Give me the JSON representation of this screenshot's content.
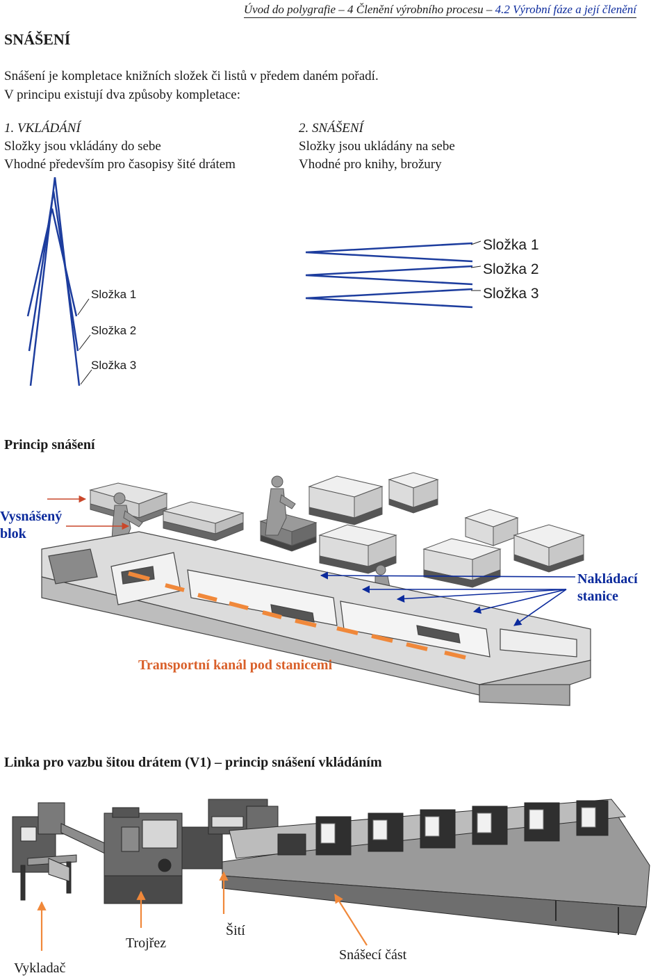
{
  "header": {
    "text_a": "Úvod do polygrafie – 4 Členění výrobního procesu – ",
    "text_b": "4.2 Výrobní fáze a její členění"
  },
  "section_title": "SNÁŠENÍ",
  "intro": {
    "line1": "Snášení je kompletace knižních složek či listů v předem daném pořadí.",
    "line2": "V principu existují dva způsoby kompletace:"
  },
  "method1": {
    "title": "1. VKLÁDÁNÍ",
    "line1": "Složky jsou vkládány do sebe",
    "line2": "Vhodné především pro časopisy šité drátem"
  },
  "method2": {
    "title": "2. SNÁŠENÍ",
    "line1": "Složky jsou ukládány na sebe",
    "line2": "Vhodné pro knihy, brožury"
  },
  "diagram_insert": {
    "labels": [
      "Složka 1",
      "Složka 2",
      "Složka 3"
    ]
  },
  "diagram_gather": {
    "labels": [
      "Složka 1",
      "Složka 2",
      "Složka 3"
    ]
  },
  "caption_principle": "Princip snášení",
  "gathering_line": {
    "label_block_1": "Vysnášený",
    "label_block_2": "blok",
    "label_stations_1": "Nakládací",
    "label_stations_2": "stanice",
    "label_channel": "Transportní kanál pod stanicemi",
    "colors": {
      "blue": "#0b2a9c",
      "orange": "#e8722a"
    }
  },
  "caption_line": "Linka pro vazbu šitou drátem (V1) – princip snášení vkládáním",
  "stitcher": {
    "labels": {
      "delivery": "Vykladač",
      "trimmer": "Trojřez",
      "stitching": "Šití",
      "gathering": "Snášecí část"
    }
  }
}
